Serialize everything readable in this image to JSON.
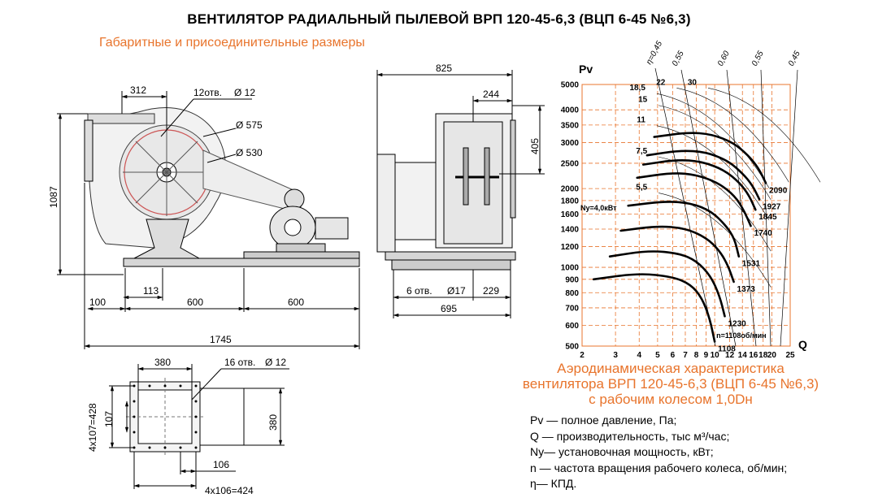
{
  "header": {
    "title": "ВЕНТИЛЯТОР РАДИАЛЬНЫЙ ПЫЛЕВОЙ ВРП 120-45-6,3 (ВЦП 6-45 №6,3)",
    "subtitle": "Габаритные и присоединительные размеры"
  },
  "drawing": {
    "side_view": {
      "d_312": "312",
      "holes_12": "12отв.",
      "phi_12": "Ø 12",
      "phi_575": "Ø 575",
      "phi_530": "Ø 530",
      "h_1087": "1087",
      "d_113": "113",
      "d_100": "100",
      "d_600a": "600",
      "d_600b": "600",
      "d_1745": "1745"
    },
    "front_view": {
      "d_825": "825",
      "d_244": "244",
      "d_405": "405",
      "holes_6": "6 отв.",
      "phi_17": "Ø17",
      "d_229": "229",
      "d_695": "695"
    },
    "flange_view": {
      "d_380w": "380",
      "holes_16": "16 отв.",
      "phi_12": "Ø 12",
      "d_4x107": "4х107=428",
      "d_107": "107",
      "d_380h": "380",
      "d_106": "106",
      "d_4x106": "4х106=424"
    }
  },
  "chart_title": {
    "line1": "Аэродинамическая характеристика",
    "line2": "вентилятора  ВРП 120-45-6,3 (ВЦП 6-45 №6,3)",
    "line3": "с рабочим колесом 1,0Dн"
  },
  "legend": {
    "pv": "Pv — полное давление, Па;",
    "q": "Q  — производительность, тыс м³/час;",
    "ny": "Ny— установочная мощность, кВт;",
    "n": "n — частота вращения рабочего колеса,  об/мин;",
    "eta": "η— КПД."
  },
  "chart_data": {
    "type": "line",
    "xlabel": "Q",
    "ylabel": "Pv",
    "x_scale": "log",
    "y_scale": "log",
    "xlim": [
      2,
      25
    ],
    "ylim": [
      500,
      5000
    ],
    "x_ticks": [
      "2",
      "3",
      "4",
      "5",
      "6",
      "7",
      "8",
      "9",
      "10",
      "12",
      "14",
      "16",
      "18",
      "20",
      "25"
    ],
    "x_tick_values": [
      2,
      3,
      4,
      5,
      6,
      7,
      8,
      9,
      10,
      12,
      14,
      16,
      18,
      20,
      25
    ],
    "y_ticks": [
      "500",
      "600",
      "700",
      "800",
      "900",
      "1000",
      "1200",
      "1400",
      "1600",
      "1800",
      "2000",
      "2500",
      "3000",
      "3500",
      "4000",
      "5000"
    ],
    "y_tick_values": [
      500,
      600,
      700,
      800,
      900,
      1000,
      1200,
      1400,
      1600,
      1800,
      2000,
      2500,
      3000,
      3500,
      4000,
      5000
    ],
    "grid": true,
    "grid_color": "#e8742c",
    "curve_color": "#000000",
    "speed_unit_label": "n=1108об/мин",
    "power_prefix_label": "Ny=4,0кВт",
    "series": [
      {
        "name": "1108",
        "rpm": 1108,
        "points": [
          [
            2.3,
            900
          ],
          [
            4,
            950
          ],
          [
            6,
            920
          ],
          [
            7.5,
            860
          ],
          [
            8.6,
            760
          ],
          [
            9.4,
            640
          ],
          [
            10,
            520
          ]
        ]
      },
      {
        "name": "1230",
        "rpm": 1230,
        "points": [
          [
            2.8,
            1100
          ],
          [
            4.5,
            1160
          ],
          [
            6.5,
            1130
          ],
          [
            8,
            1060
          ],
          [
            9.5,
            930
          ],
          [
            10.6,
            780
          ],
          [
            11.3,
            650
          ]
        ]
      },
      {
        "name": "1373",
        "rpm": 1373,
        "points": [
          [
            3.2,
            1380
          ],
          [
            5,
            1440
          ],
          [
            7,
            1410
          ],
          [
            9,
            1300
          ],
          [
            10.6,
            1160
          ],
          [
            11.8,
            1010
          ],
          [
            12.6,
            880
          ]
        ]
      },
      {
        "name": "1531",
        "rpm": 1531,
        "points": [
          [
            3.5,
            1720
          ],
          [
            5.5,
            1790
          ],
          [
            7.5,
            1760
          ],
          [
            9.6,
            1640
          ],
          [
            11.5,
            1440
          ],
          [
            12.7,
            1290
          ],
          [
            13.4,
            1100
          ]
        ]
      },
      {
        "name": "1740",
        "rpm": 1740,
        "points": [
          [
            3.9,
            2200
          ],
          [
            6,
            2300
          ],
          [
            8,
            2260
          ],
          [
            10.5,
            2100
          ],
          [
            12.8,
            1870
          ],
          [
            14.2,
            1660
          ],
          [
            15.5,
            1440
          ]
        ]
      },
      {
        "name": "1845",
        "rpm": 1845,
        "points": [
          [
            4.2,
            2470
          ],
          [
            6.3,
            2580
          ],
          [
            8.5,
            2540
          ],
          [
            11.2,
            2360
          ],
          [
            13.6,
            2100
          ],
          [
            15.2,
            1880
          ],
          [
            16.4,
            1660
          ]
        ]
      },
      {
        "name": "1927",
        "rpm": 1927,
        "points": [
          [
            4.4,
            2680
          ],
          [
            6.6,
            2800
          ],
          [
            9,
            2760
          ],
          [
            11.7,
            2560
          ],
          [
            14,
            2290
          ],
          [
            15.8,
            2060
          ],
          [
            17.2,
            1820
          ]
        ]
      },
      {
        "name": "2090",
        "rpm": 2090,
        "points": [
          [
            4.8,
            3150
          ],
          [
            7.2,
            3280
          ],
          [
            9.6,
            3230
          ],
          [
            12.5,
            3000
          ],
          [
            15,
            2680
          ],
          [
            17,
            2400
          ],
          [
            18.6,
            2100
          ]
        ]
      }
    ],
    "power_labels": [
      {
        "label": "5,5",
        "q": 4.5,
        "pv": 1980
      },
      {
        "label": "7,5",
        "q": 4.5,
        "pv": 2720
      },
      {
        "label": "11",
        "q": 4.4,
        "pv": 3580
      },
      {
        "label": "15",
        "q": 4.5,
        "pv": 4280
      },
      {
        "label": "18,5",
        "q": 4.4,
        "pv": 4750
      },
      {
        "label": "22",
        "q": 5.6,
        "pv": 5350
      },
      {
        "label": "30",
        "q": 8.2,
        "pv": 5300
      }
    ],
    "efficiency_labels": [
      "η=0,45",
      "0,55",
      "0,60",
      "0,55",
      "0,45"
    ]
  }
}
